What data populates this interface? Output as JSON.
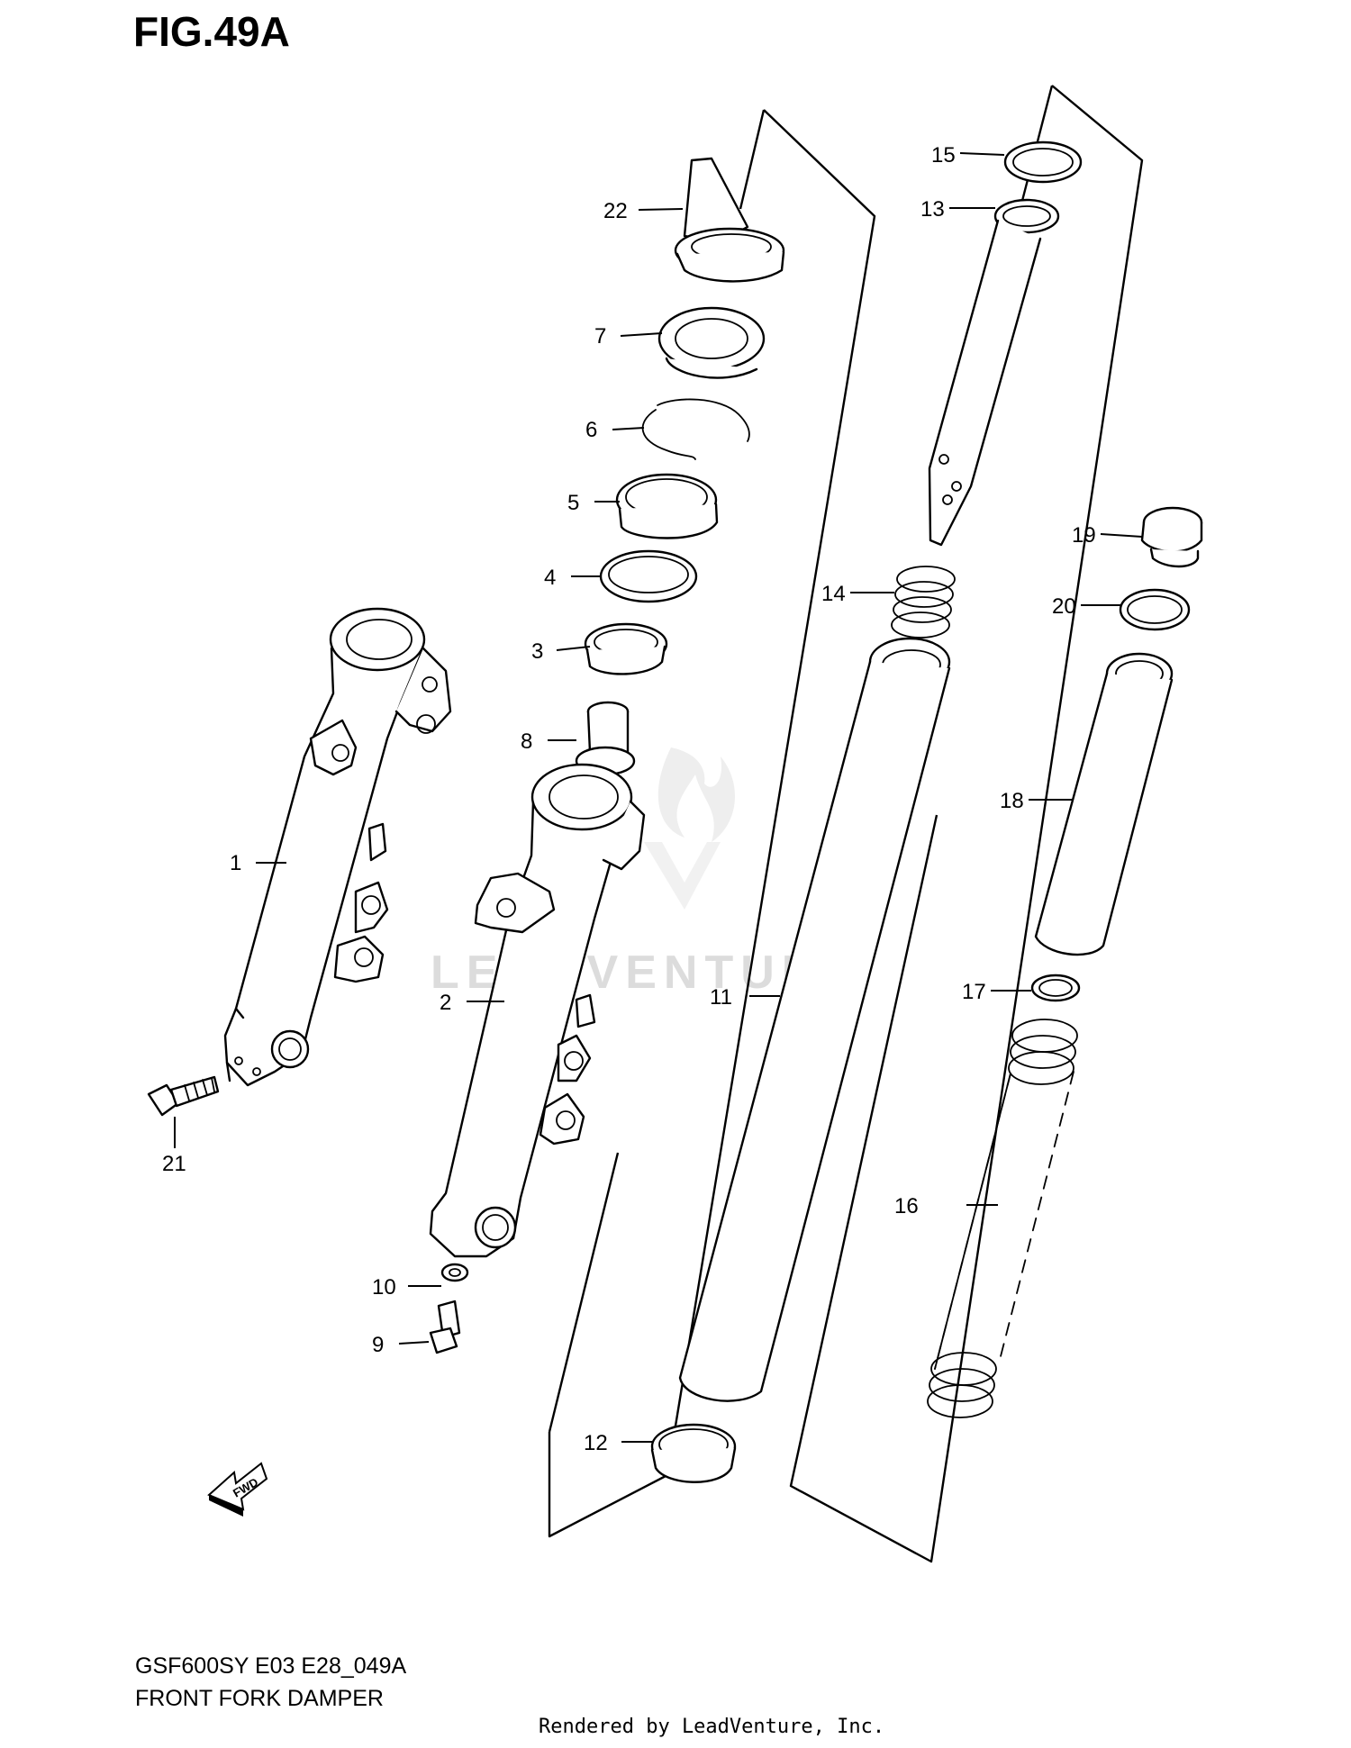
{
  "figure": {
    "title": "FIG.49A",
    "model_code": "GSF600SY E03 E28_049A",
    "section_name": "FRONT FORK DAMPER",
    "rendered_by": "Rendered by LeadVenture, Inc.",
    "watermark": "LEADVENTURE",
    "direction_badge": "FWD"
  },
  "callouts": [
    "1",
    "2",
    "3",
    "4",
    "5",
    "6",
    "7",
    "8",
    "9",
    "10",
    "11",
    "12",
    "13",
    "14",
    "15",
    "16",
    "17",
    "18",
    "19",
    "20",
    "21",
    "22"
  ]
}
